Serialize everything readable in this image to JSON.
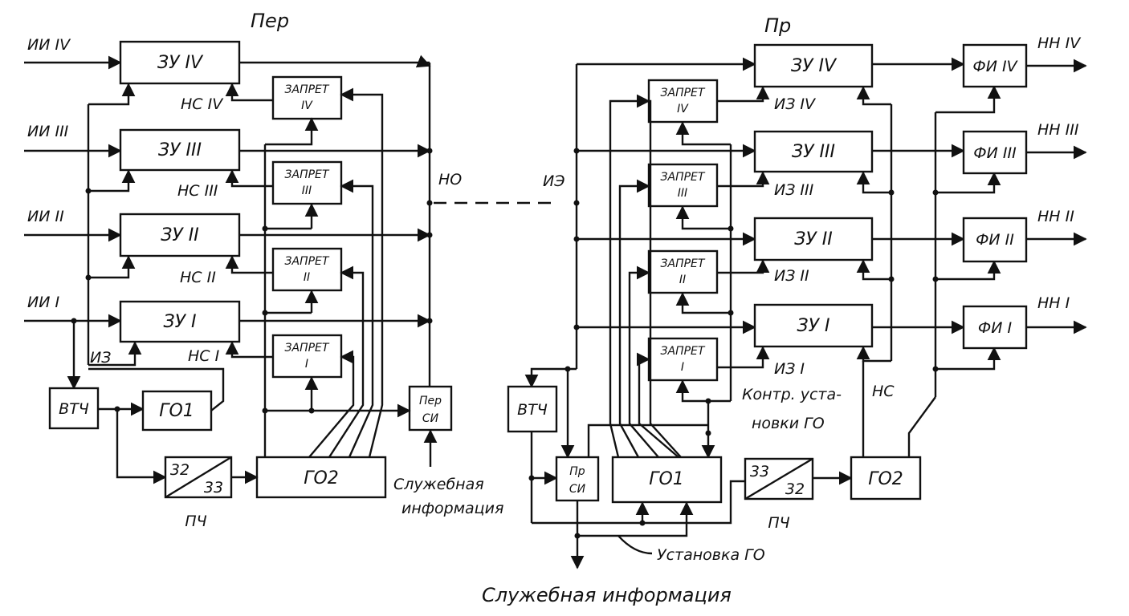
{
  "diagram": {
    "transmitter_title": "Пер",
    "receiver_title": "Пр",
    "tx": {
      "zu": [
        "ЗУ IV",
        "ЗУ III",
        "ЗУ II",
        "ЗУ I"
      ],
      "zapret": [
        [
          "ЗАПРЕТ",
          "IV"
        ],
        [
          "ЗАПРЕТ",
          "III"
        ],
        [
          "ЗАПРЕТ",
          "II"
        ],
        [
          "ЗАПРЕТ",
          "I"
        ]
      ],
      "inputs": [
        "ИИ IV",
        "ИИ III",
        "ИИ II",
        "ИИ I"
      ],
      "ns": [
        "НС IV",
        "НС III",
        "НС II",
        "НС I"
      ],
      "iz": "ИЗ",
      "no": "НО",
      "vtch": "ВТЧ",
      "go1": "ГО1",
      "go2": "ГО2",
      "pch_top": "32",
      "pch_bottom": "33",
      "pch_label": "ПЧ",
      "per_sn": [
        "Пер",
        "СИ"
      ],
      "service_info": [
        "Служебная",
        "информация"
      ]
    },
    "rx": {
      "zu": [
        "ЗУ IV",
        "ЗУ III",
        "ЗУ II",
        "ЗУ I"
      ],
      "zapret": [
        [
          "ЗАПРЕТ",
          "IV"
        ],
        [
          "ЗАПРЕТ",
          "III"
        ],
        [
          "ЗАПРЕТ",
          "II"
        ],
        [
          "ЗАПРЕТ",
          "I"
        ]
      ],
      "izn": [
        "ИЗ IV",
        "ИЗ III",
        "ИЗ II",
        "ИЗ I"
      ],
      "fi": [
        "ФИ IV",
        "ФИ III",
        "ФИ II",
        "ФИ I"
      ],
      "outputs": [
        "НН IV",
        "НН III",
        "НН II",
        "НН I"
      ],
      "ie": "ИЭ",
      "ns": "НС",
      "vtch": "ВТЧ",
      "pr_sn": [
        "Пр",
        "СИ"
      ],
      "go1": "ГО1",
      "go2": "ГО2",
      "pch_top": "33",
      "pch_bottom": "32",
      "pch_label": "ПЧ",
      "control": [
        "Контр. уста-",
        "новки ГО"
      ],
      "setup": "Установка ГО"
    },
    "caption": "Служебная информация"
  }
}
